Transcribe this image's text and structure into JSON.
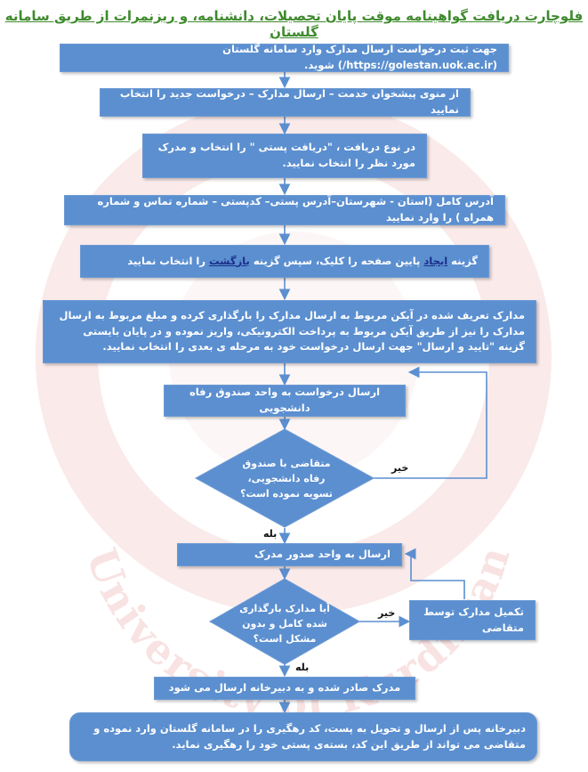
{
  "title": "فلوچارت دریافت گواهینامه موقت پایان تحصیلات، دانشنامه، و ریزنمرات از طریق سامانه گلستان",
  "steps": {
    "s1": "جهت ثبت درخواست ارسال مدارک وارد سامانه گلستان (https://golestan.uok.ac.ir/) شوید.",
    "s2": "از منوی پیشخوان خدمت – ارسال مدارک – درخواست جدید را انتخاب نمایید",
    "s3": "در نوع دریافت ، \"دریافت پستی \" را انتخاب و مدرک مورد نظر را انتخاب نمایید.",
    "s4": "آدرس کامل (استان - شهرستان–آدرس پستی– کدپستی – شماره تماس و شماره همراه ) را وارد نمایید",
    "s5_pre": "گزینه ",
    "s5_link1": "ایجاد",
    "s5_mid": " پایین صفحه را کلیک، سپس گزینه ",
    "s5_link2": "بازگشت",
    "s5_post": " را انتخاب نمایید",
    "s6": "مدارک تعریف شده در آیکن مربوط به ارسال مدارک را بارگذاری کرده و مبلغ مربوط به ارسال مدارک را نیز از طریق آیکن مربوط به پرداخت الکترونیکی، واریز نموده و در پایان بایستی گزینه \"تایید و ارسال\" جهت ارسال درخواست خود به مرحله ی بعدی را انتخاب نمایید.",
    "s7": "ارسال درخواست به واحد صندوق رفاه دانشجویی",
    "d1": "متقاضی با صندوق رفاه دانشجویی، تسویه نموده است؟",
    "s8": "ارسال به واحد صدور مدرک",
    "d2": "آیا مدارک بارگذاری شده کامل و بدون مشکل است؟",
    "s9": "تکمیل مدارک توسط متقاضی",
    "s10": "مدرک صادر شده و به دبیرخانه ارسال می شود",
    "s11": "دبیرخانه پس از ارسال و تحویل به پست، کد رهگیری را در سامانه گلستان وارد نموده و متقاضی می تواند از طریق این کد، بسته‌ی پستی خود را رهگیری نماید."
  },
  "labels": {
    "no1": "خیر",
    "yes1": "بله",
    "no2": "خیر",
    "yes2": "بله"
  },
  "watermark": {
    "text": "University of Kurdistan",
    "color": "#d66060"
  },
  "colors": {
    "box": "#5b8fd0",
    "title": "#3f8a2e",
    "connector": "#5b8fd0"
  }
}
